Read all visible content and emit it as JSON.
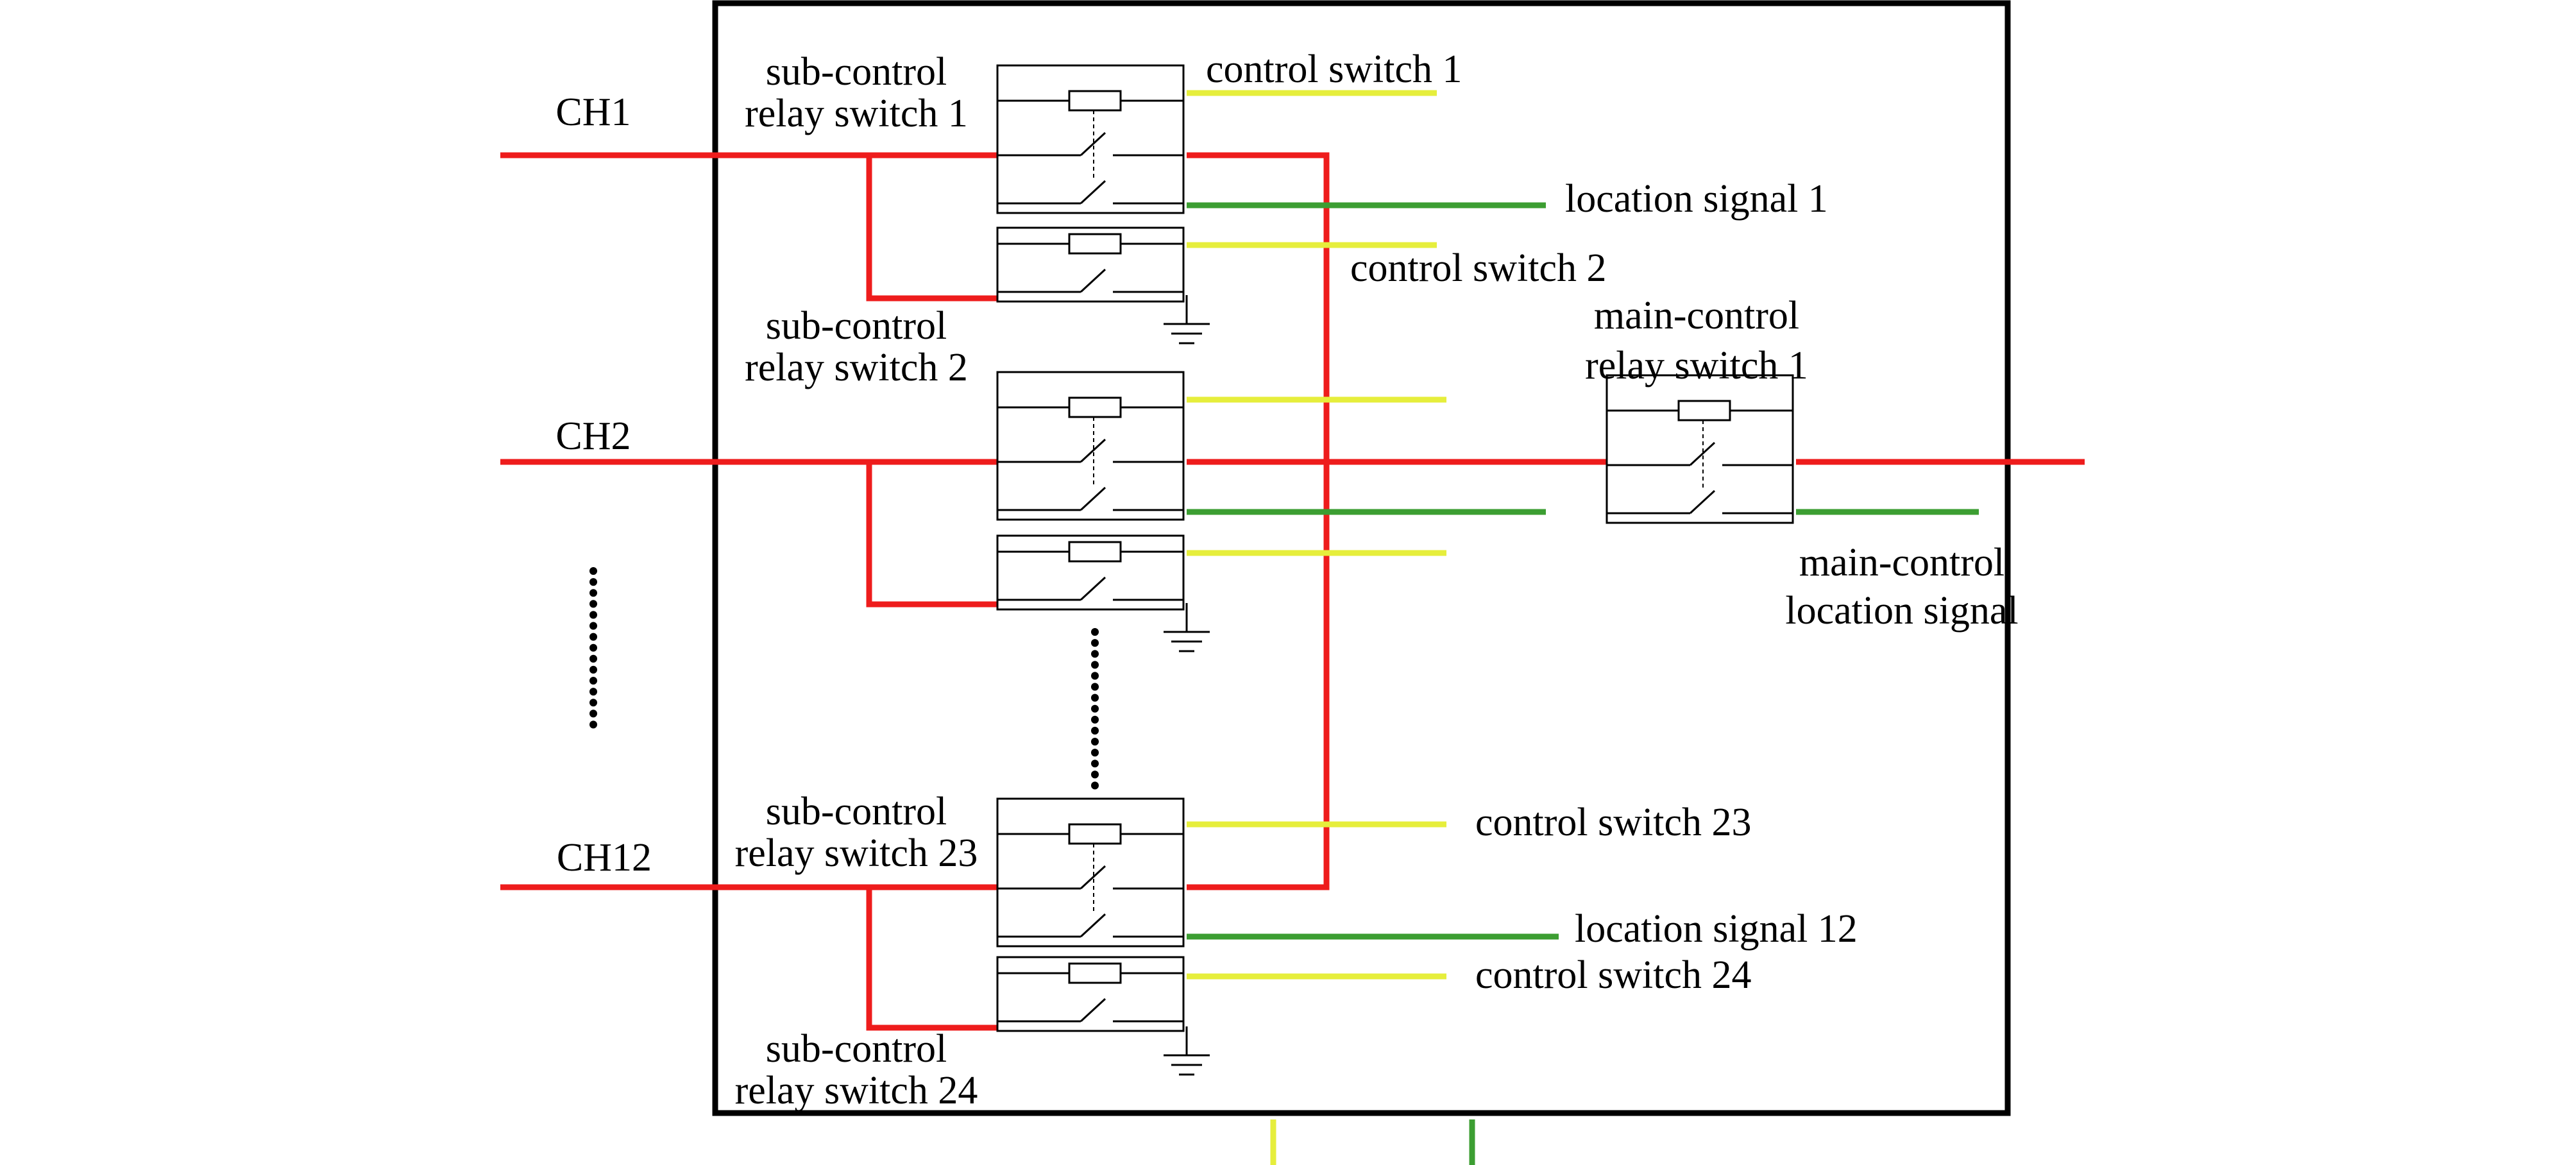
{
  "colors": {
    "power_line": "#ee1c1c",
    "control_line": "#e6ee3c",
    "signal_line": "#3c9e32",
    "outline": "#000000"
  },
  "channels": {
    "ch1": "CH1",
    "ch2": "CH2",
    "ch12": "CH12"
  },
  "sub_relays": {
    "r1": [
      "sub-control",
      "relay switch 1"
    ],
    "r2": [
      "sub-control",
      "relay switch 2"
    ],
    "r23": [
      "sub-control",
      "relay switch 23"
    ],
    "r24": [
      "sub-control",
      "relay switch 24"
    ]
  },
  "main_relay": [
    "main-control",
    "relay switch 1"
  ],
  "control_switches": {
    "cs1": "control switch 1",
    "cs2": "control switch 2",
    "cs23": "control switch 23",
    "cs24": "control switch 24"
  },
  "location_signals": {
    "ls1": "location signal 1",
    "ls12": "location signal 12"
  },
  "main_location_signal": [
    "main-control",
    "location signal"
  ]
}
